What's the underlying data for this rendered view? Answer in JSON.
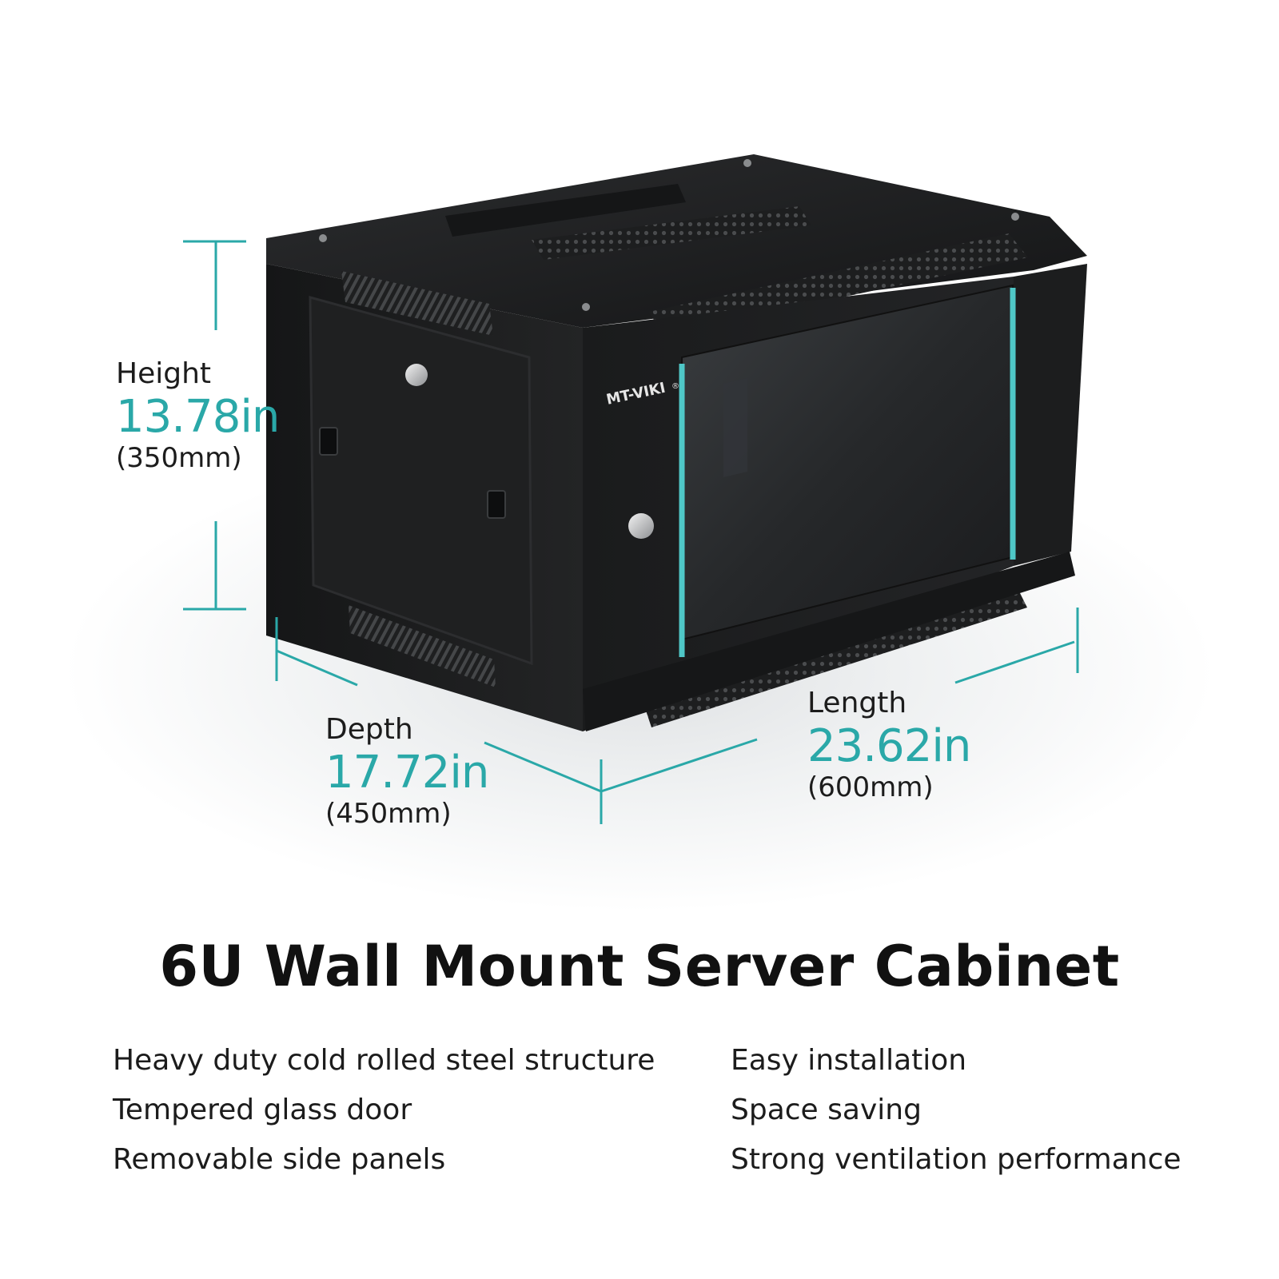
{
  "product": {
    "brand": "MT-VIKI",
    "brand_mark": "®",
    "title": "6U Wall Mount Server Cabinet"
  },
  "dimensions": {
    "height": {
      "label": "Height",
      "imperial": "13.78in",
      "metric": "(350mm)"
    },
    "depth": {
      "label": "Depth",
      "imperial": "17.72in",
      "metric": "(450mm)"
    },
    "length": {
      "label": "Length",
      "imperial": "23.62in",
      "metric": "(600mm)"
    }
  },
  "features": {
    "left": [
      "Heavy duty cold rolled steel structure",
      "Tempered glass door",
      "Removable side panels"
    ],
    "right": [
      "Easy installation",
      "Space saving",
      "Strong ventilation performance"
    ]
  },
  "colors": {
    "accent": "#2aa8a8",
    "cabinet": "#1b1c1d",
    "text": "#141414"
  }
}
